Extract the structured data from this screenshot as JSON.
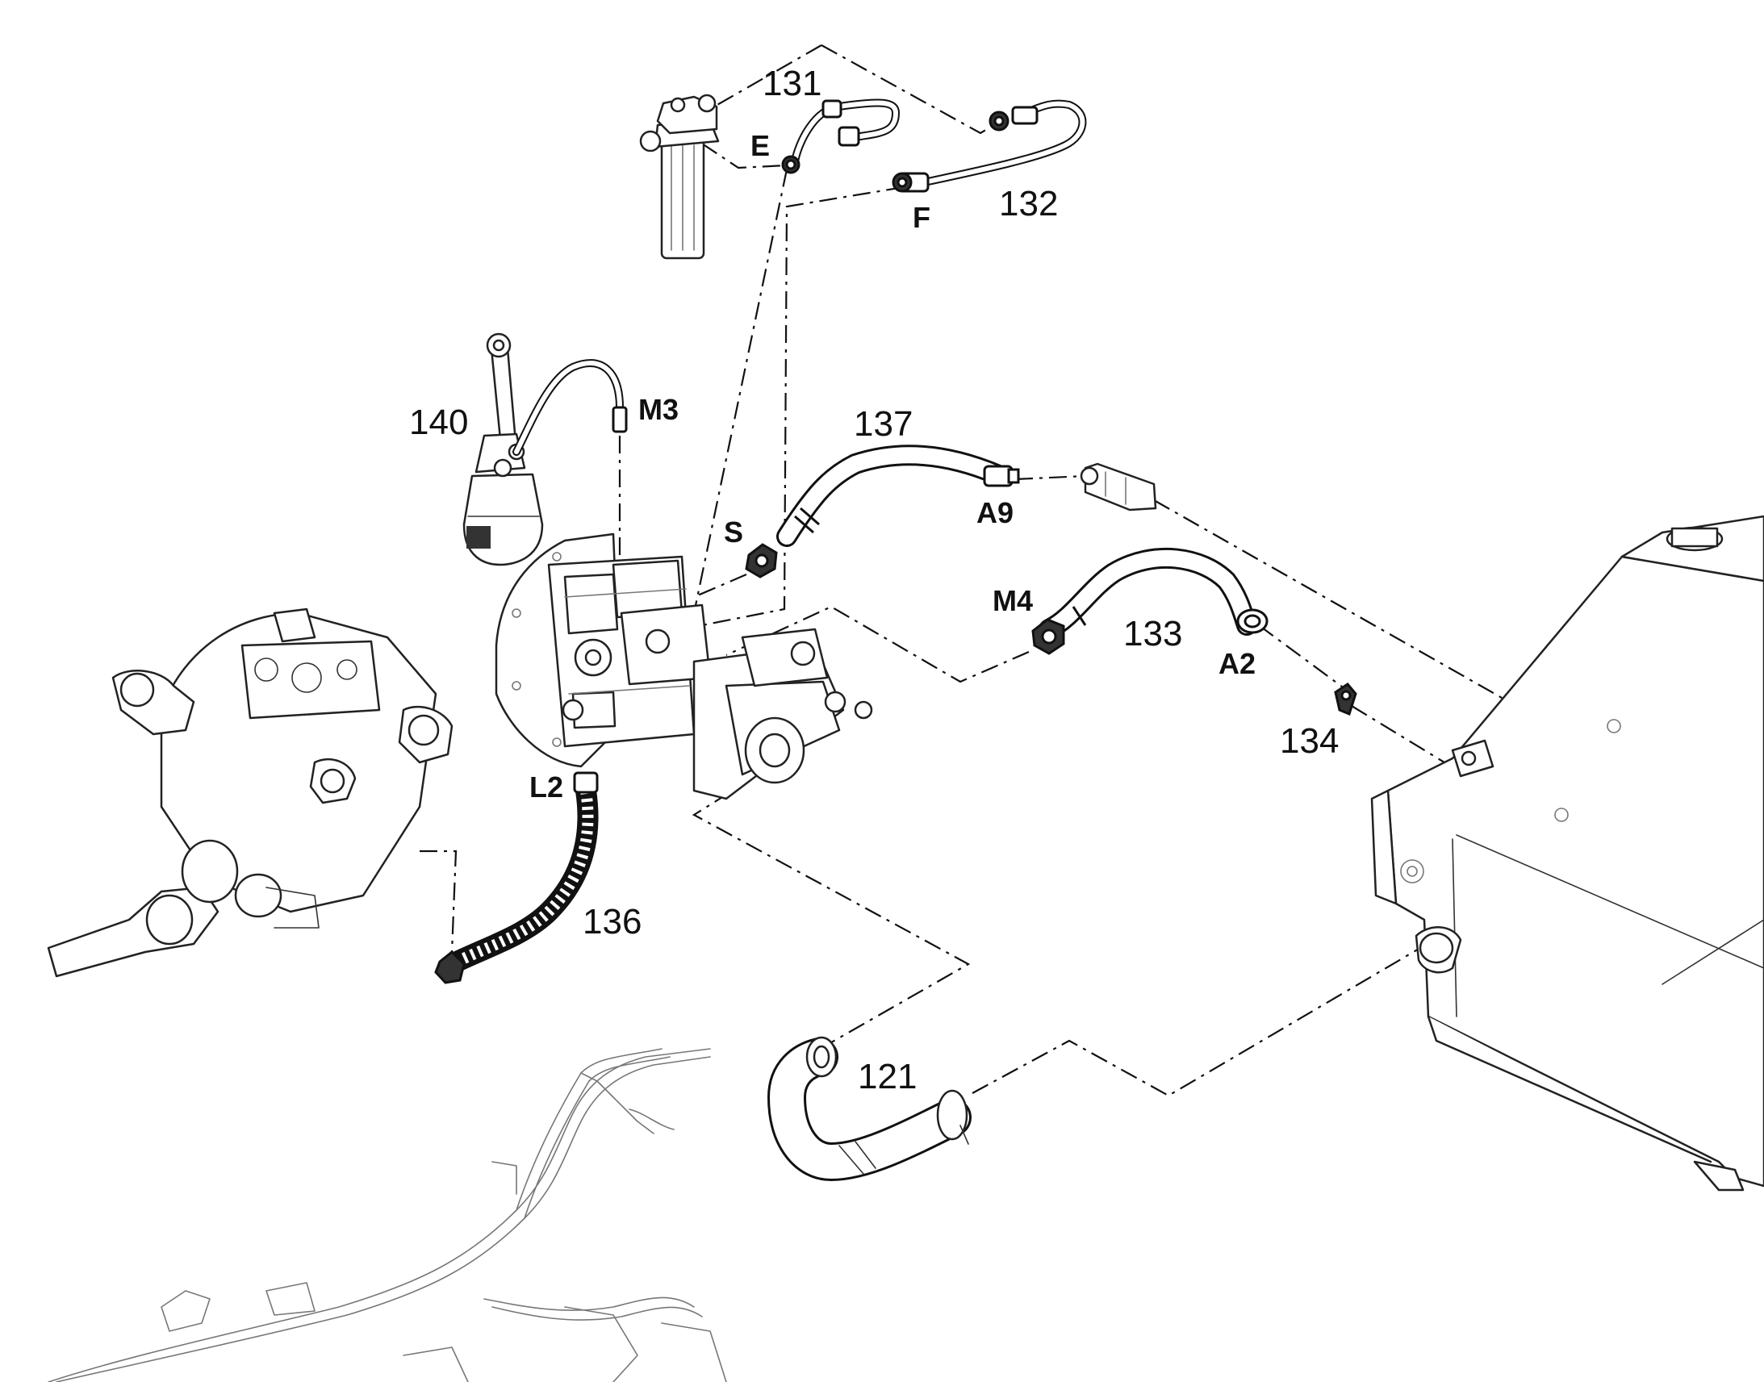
{
  "callouts": {
    "c131": "131",
    "c132": "132",
    "c140": "140",
    "c137": "137",
    "c133": "133",
    "c134": "134",
    "c136": "136",
    "c121": "121"
  },
  "ports": {
    "E": "E",
    "F": "F",
    "M3": "M3",
    "S": "S",
    "A9": "A9",
    "M4": "M4",
    "A2": "A2",
    "L2": "L2"
  }
}
